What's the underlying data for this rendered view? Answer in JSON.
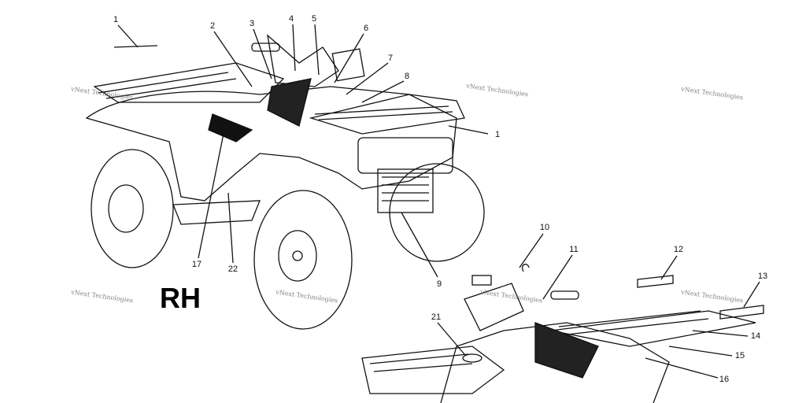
{
  "view_label": "RH",
  "watermark": "vNext Technologies",
  "callouts": [
    "1",
    "2",
    "3",
    "4",
    "5",
    "6",
    "7",
    "8",
    "1",
    "17",
    "22",
    "9",
    "10",
    "11",
    "12",
    "13",
    "14",
    "15",
    "16",
    "21"
  ]
}
